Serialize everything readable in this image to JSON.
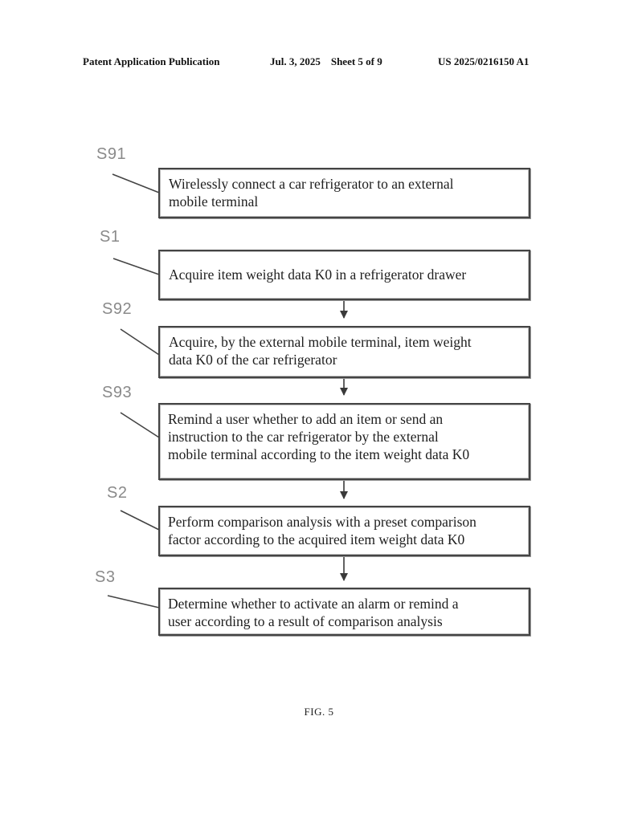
{
  "header": {
    "left": "Patent Application Publication",
    "middle": "Jul. 3, 2025    Sheet 5 of 9",
    "right": "US 2025/0216150 A1"
  },
  "steps": [
    {
      "label": "S91",
      "lines": [
        "Wirelessly connect a car refrigerator to an external",
        "mobile terminal"
      ]
    },
    {
      "label": "S1",
      "lines": [
        "Acquire item weight data K0 in a refrigerator drawer"
      ]
    },
    {
      "label": "S92",
      "lines": [
        "Acquire, by the external mobile terminal, item weight",
        "data K0 of the car refrigerator"
      ]
    },
    {
      "label": "S93",
      "lines": [
        "Remind a user whether to add an item or send an",
        "instruction to the car refrigerator by the external",
        "mobile terminal according to the item weight data K0"
      ]
    },
    {
      "label": "S2",
      "lines": [
        "Perform comparison analysis with a preset comparison",
        "factor according to the acquired item weight data K0"
      ]
    },
    {
      "label": "S3",
      "lines": [
        "Determine whether to activate an alarm or remind a",
        "user according to a result of comparison analysis"
      ]
    }
  ],
  "caption": "FIG. 5"
}
